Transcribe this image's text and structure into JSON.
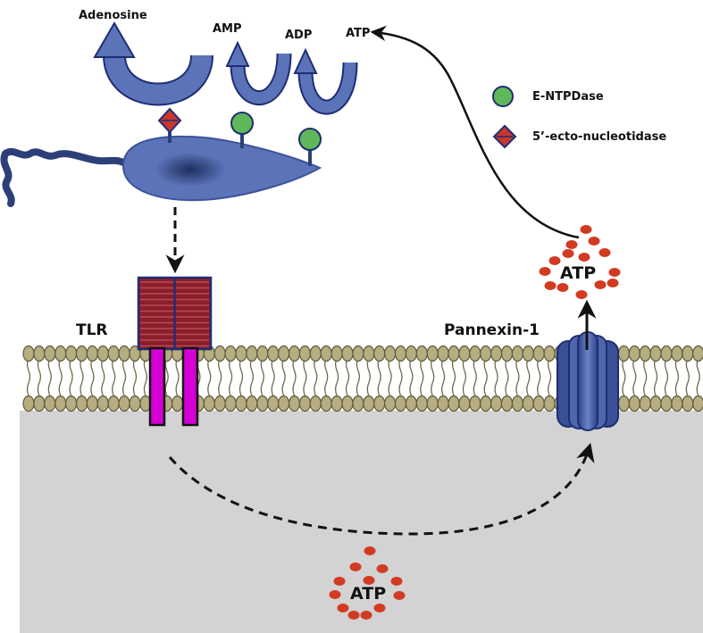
{
  "labels": {
    "adenosine": "Adenosine",
    "amp": "AMP",
    "adp": "ADP",
    "atp_top": "ATP",
    "tlr": "TLR",
    "pannexin": "Pannexin-1",
    "atp_extracellular": "ATP",
    "atp_intracellular": "ATP"
  },
  "legend": [
    {
      "symbol": "green-circle",
      "label": "E-NTPDase"
    },
    {
      "symbol": "red-diamond",
      "label": "5’-ecto-nucleotidase"
    }
  ],
  "colors": {
    "cell_blue": "#5b73b8",
    "cell_nucleus": "#2c3f78",
    "receptor_stripes": "#8a1f2b",
    "receptor_frame": "#1f2d73",
    "receptor_stalk": "#d400d4",
    "membrane_bead": "#b6ad80",
    "atp_dot": "#d23a22",
    "enzyme_green": "#5eb85a",
    "enzyme_red": "#c8362c",
    "cytoplasm": "#d3d3d3"
  }
}
